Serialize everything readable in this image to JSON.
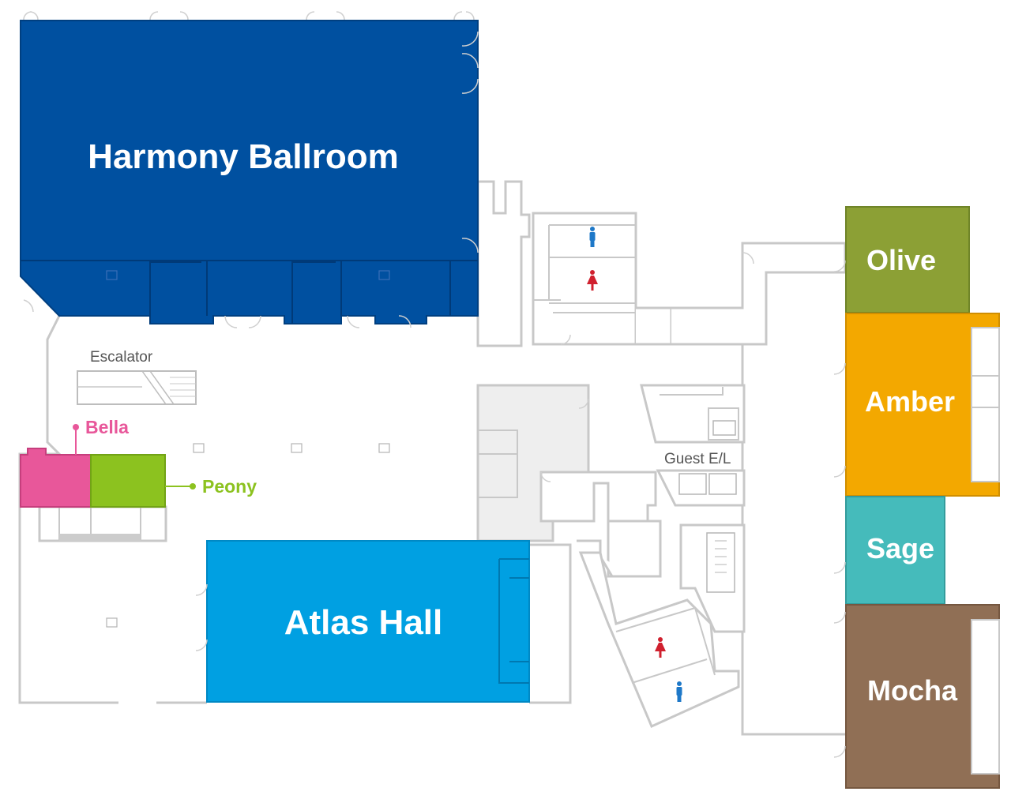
{
  "rooms": {
    "harmony_ballroom": {
      "label": "Harmony Ballroom",
      "color": "#0050a0"
    },
    "atlas_hall": {
      "label": "Atlas Hall",
      "color": "#00a0e2"
    },
    "olive": {
      "label": "Olive",
      "color": "#8ca035"
    },
    "amber": {
      "label": "Amber",
      "color": "#f3a800"
    },
    "sage": {
      "label": "Sage",
      "color": "#45bbbb"
    },
    "mocha": {
      "label": "Mocha",
      "color": "#906f55"
    },
    "bella": {
      "label": "Bella",
      "color": "#e8579a"
    },
    "peony": {
      "label": "Peony",
      "color": "#8cc21f"
    }
  },
  "facilities": {
    "escalator": "Escalator",
    "guest_elevator": "Guest E/L",
    "restroom_male_color": "#1e78c8",
    "restroom_female_color": "#d0202e"
  }
}
